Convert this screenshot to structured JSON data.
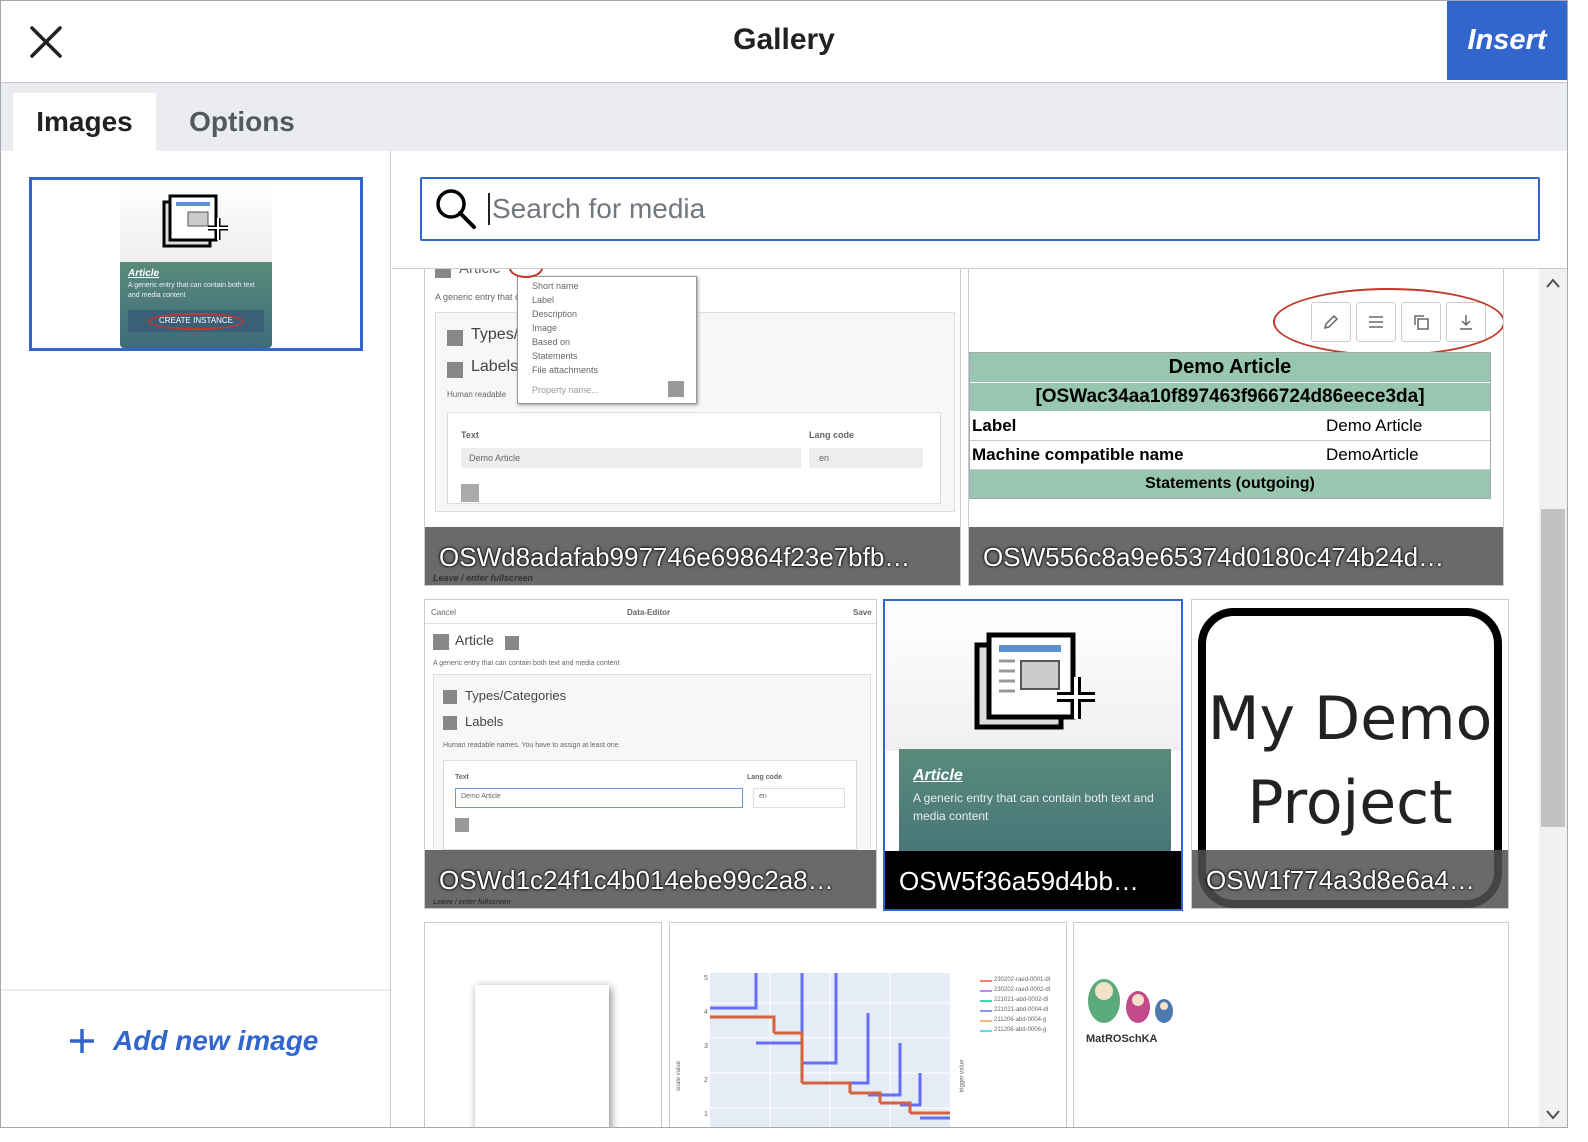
{
  "dialog": {
    "title": "Gallery",
    "insert_label": "Insert",
    "close_icon": "close-icon"
  },
  "tabs": [
    {
      "label": "Images",
      "active": true
    },
    {
      "label": "Options",
      "active": false
    }
  ],
  "left_panel": {
    "selected_thumb": {
      "title": "Article",
      "description": "A generic entry that can contain both text and media content",
      "button": "CREATE INSTANCE"
    },
    "add_label": "Add new image"
  },
  "search": {
    "placeholder": "Search for media",
    "value": ""
  },
  "results": [
    {
      "caption": "OSWd8adafab997746e69864f23e7bfb…",
      "mock": {
        "heading": "Article",
        "subtitle": "A generic entry that can",
        "types": "Types/",
        "labels": "Labels",
        "human": "Human readable",
        "menu_items": [
          "Short name",
          "Label",
          "Description",
          "Image",
          "Based on",
          "Statements",
          "File attachments"
        ],
        "property_placeholder": "Property name...",
        "text_col": "Text",
        "lang_col": "Lang code",
        "text_value": "Demo Article",
        "lang_value": "en",
        "footer": "Leave / enter fullscreen"
      }
    },
    {
      "caption": "OSW556c8a9e65374d0180c474b24d…",
      "mock": {
        "table_title": "Demo Article",
        "table_id": "[OSWac34aa10f897463f966724d86eece3da]",
        "rows": [
          {
            "k": "Label",
            "v": "Demo Article"
          },
          {
            "k": "Machine compatible name",
            "v": "DemoArticle"
          }
        ],
        "statements": "Statements (outgoing)"
      }
    },
    {
      "caption": "OSWd1c24f1c4b014ebe99c2a8…",
      "mock": {
        "cancel": "Cancel",
        "editor": "Data-Editor",
        "save": "Save",
        "heading": "Article",
        "subtitle": "A generic entry that can contain both text and media content",
        "types": "Types/Categories",
        "labels": "Labels",
        "human": "Human readable names. You have to assign at least one.",
        "text_col": "Text",
        "lang_col": "Lang code",
        "text_value": "Demo Article",
        "lang_value": "en",
        "footer": "Leave / enter fullscreen"
      }
    },
    {
      "caption": "OSW5f36a59d4bb…",
      "selected": true,
      "mock": {
        "title": "Article",
        "description": "A generic entry that can contain both text and media content"
      }
    },
    {
      "caption": "OSW1f774a3d8e6a4…",
      "mock": {
        "line1": "My Demo",
        "line2": "Project"
      }
    },
    {
      "caption": "",
      "mock": {}
    },
    {
      "caption": "",
      "mock": {
        "legend": [
          "230202-raed-0001-dl",
          "230202-raed-0002-dl",
          "221021-abd-0002-dl",
          "221021-abd-0004-dl",
          "211206-abd-0004-g",
          "211206-abd-0006-g"
        ],
        "y_left_label": "scale value",
        "y_right_label": "trigger value",
        "ticks": [
          "5",
          "4",
          "3",
          "2",
          "1"
        ]
      }
    },
    {
      "caption": "",
      "mock": {
        "logo_text": "MatROSchKA"
      }
    }
  ],
  "colors": {
    "accent": "#3366cc",
    "tabs_bg": "#eaecf0",
    "caption_bg": "#505050",
    "article_bg": "#5a8a7a",
    "table_header": "#98c6b0"
  }
}
